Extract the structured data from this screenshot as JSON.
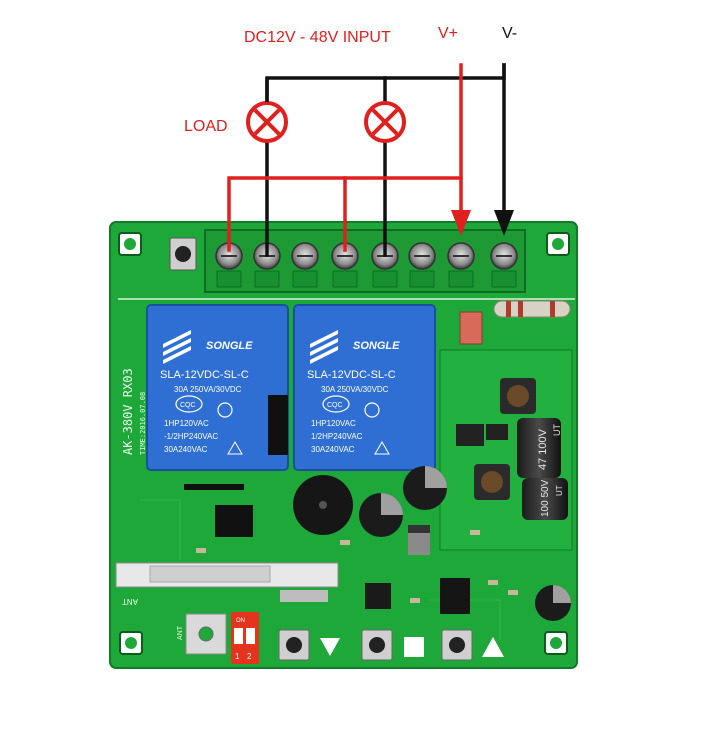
{
  "labels": {
    "input": "DC12V - 48V INPUT",
    "vplus": "V+",
    "vminus": "V-",
    "load": "LOAD"
  },
  "relay": {
    "brand": "SONGLE",
    "model": "SLA-12VDC-SL-C",
    "rating": "30A 250VA/30VDC",
    "cert": "CQC",
    "line1": "1HP120VAC",
    "line2_left": "1/2HP240VAC",
    "line2_right": "-1/2HP240VAC",
    "line3": "30A240VAC"
  },
  "board": {
    "model": "AK-380V RX03",
    "date": "TIME:2016.07.08",
    "ant": "ANT",
    "ant2": "ANT",
    "dip_on": "ON",
    "dip_1": "1",
    "dip_2": "2"
  },
  "caps": {
    "c1": "47 100V",
    "c1_ut": "UT",
    "c2": "100 50V",
    "c2_ut": "UT"
  },
  "colors": {
    "pcb": "#1fa83a",
    "pcb_dark": "#137a27",
    "relay_blue": "#2f6fd3",
    "wire_red": "#e0201e",
    "wire_black": "#111111",
    "label_red": "#e0201e"
  }
}
